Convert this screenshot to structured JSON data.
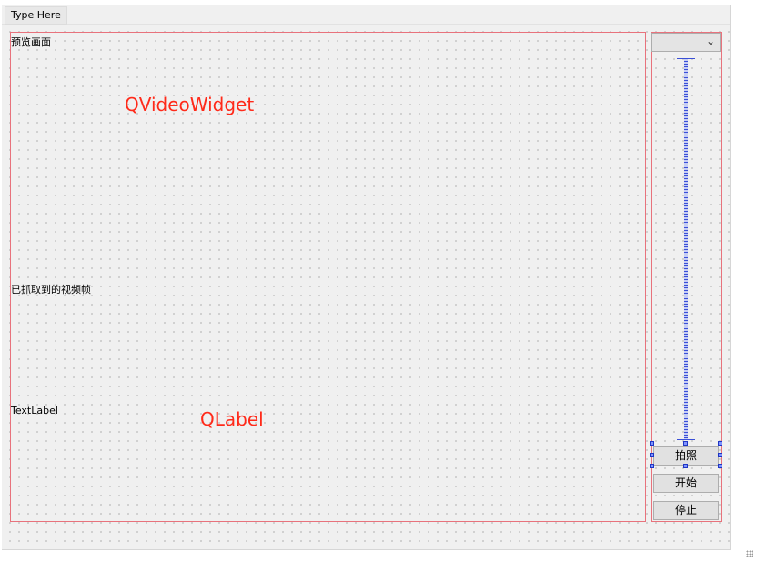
{
  "menubar": {
    "item_label": "Type Here"
  },
  "preview": {
    "title": "预览画面",
    "widget_annotation": "QVideoWidget"
  },
  "captured": {
    "title": "已抓取到的视频帧",
    "text_label": "TextLabel",
    "widget_annotation": "QLabel"
  },
  "controls": {
    "combo_value": "",
    "combo_icon": "chevron-down-icon",
    "buttons": [
      "拍照",
      "开始",
      "停止"
    ]
  },
  "colors": {
    "layout_frame": "#e8727c",
    "annotation_text": "#ff2a1a",
    "selection_handle": "#1f36c4"
  }
}
